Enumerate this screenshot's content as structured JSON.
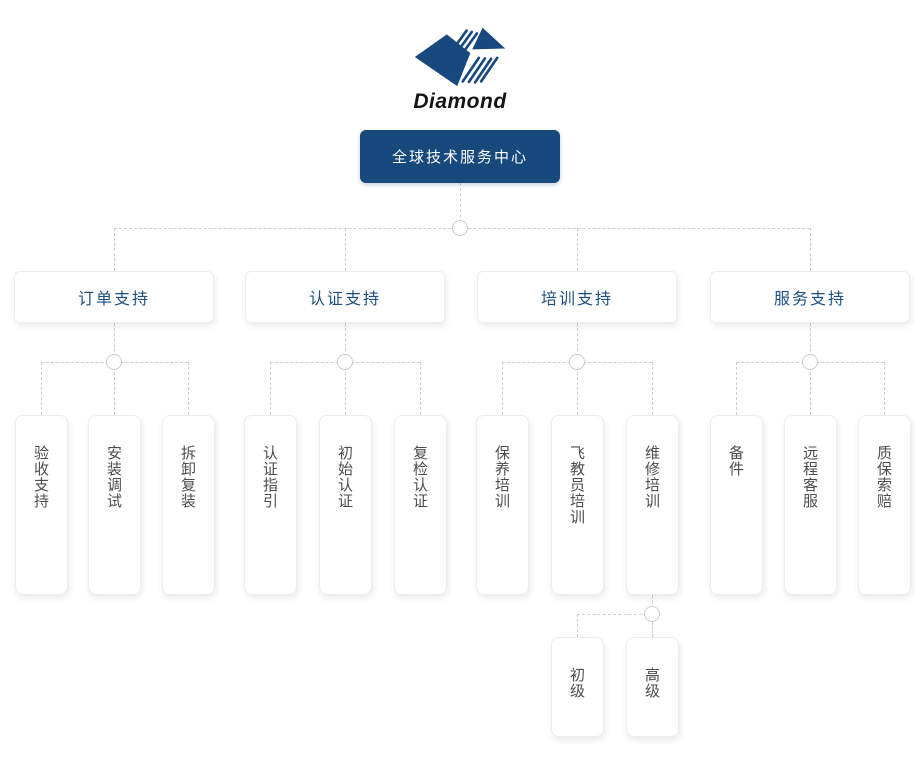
{
  "logo": {
    "wordmark": "Diamond"
  },
  "root": {
    "label": "全球技术服务中心"
  },
  "branches": [
    {
      "label": "订单支持",
      "children": [
        {
          "label": "验收支持"
        },
        {
          "label": "安装调试"
        },
        {
          "label": "拆卸复装"
        }
      ]
    },
    {
      "label": "认证支持",
      "children": [
        {
          "label": "认证指引"
        },
        {
          "label": "初始认证"
        },
        {
          "label": "复检认证"
        }
      ]
    },
    {
      "label": "培训支持",
      "children": [
        {
          "label": "保养培训"
        },
        {
          "label": "飞教员培训"
        },
        {
          "label": "维修培训",
          "children": [
            {
              "label": "初级"
            },
            {
              "label": "高级"
            }
          ]
        }
      ]
    },
    {
      "label": "服务支持",
      "children": [
        {
          "label": "备件"
        },
        {
          "label": "远程客服"
        },
        {
          "label": "质保索赔"
        }
      ]
    }
  ],
  "colors": {
    "root_node_bg": "#17497d",
    "root_node_text": "#ffffff",
    "branch_text": "#1d5081",
    "leaf_text": "#4d4d4d",
    "connector": "#cccccc",
    "logo_blue": "#17497f",
    "wordmark_text": "#141414"
  }
}
